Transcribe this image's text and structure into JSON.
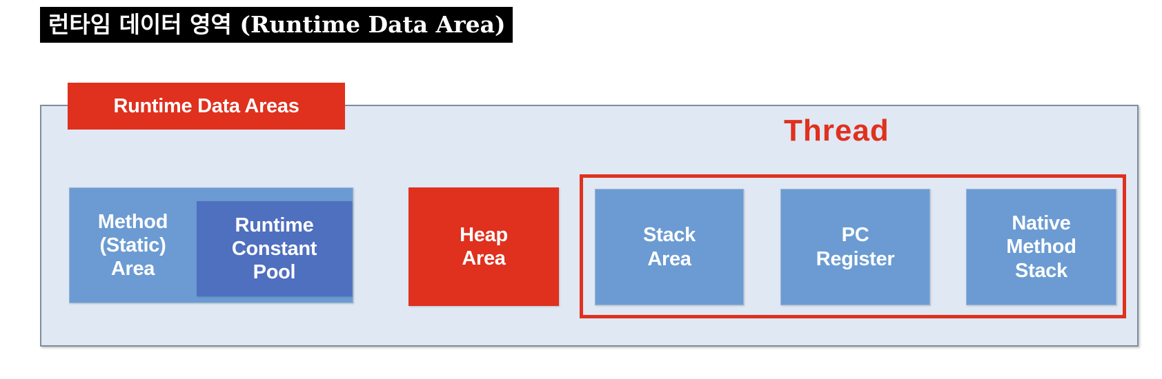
{
  "slide": {
    "title": "런타임 데이터 영역 (Runtime Data Area)"
  },
  "diagram": {
    "container_label": "Runtime Data Areas",
    "thread_label": "Thread",
    "colors": {
      "accent_red": "#e0301e",
      "box_blue": "#6b9bd2",
      "box_dark_blue": "#4f6fbf",
      "container_bg": "#dfe8f3",
      "container_border": "#7f8d9a",
      "title_bg": "#000000",
      "title_text": "#ffffff"
    },
    "boxes": {
      "method_area": {
        "lines": [
          "Method",
          "(Static)",
          "Area"
        ],
        "color": "#6b9bd2"
      },
      "runtime_constant_pool": {
        "lines": [
          "Runtime",
          "Constant",
          "Pool"
        ],
        "color": "#4f6fbf"
      },
      "heap_area": {
        "lines": [
          "Heap",
          "Area"
        ],
        "color": "#e0301e"
      },
      "stack_area": {
        "lines": [
          "Stack",
          "Area"
        ],
        "color": "#6b9bd2"
      },
      "pc_register": {
        "lines": [
          "PC",
          "Register"
        ],
        "color": "#6b9bd2"
      },
      "native_method_stack": {
        "lines": [
          "Native",
          "Method",
          "Stack"
        ],
        "color": "#6b9bd2"
      }
    }
  }
}
